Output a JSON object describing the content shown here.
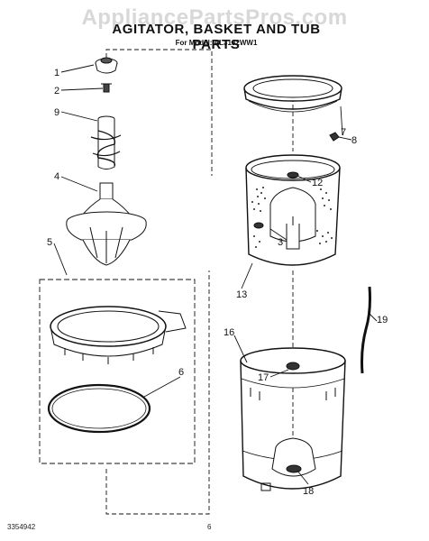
{
  "watermark": "AppliancePartsPros.com",
  "header": {
    "title": "AGITATOR, BASKET AND TUB PARTS",
    "subtitle": "For Model: AL3132WW1"
  },
  "footer": {
    "doc_number": "3354942",
    "page_number": "6"
  },
  "callouts": [
    {
      "id": "1",
      "label": "1"
    },
    {
      "id": "2",
      "label": "2"
    },
    {
      "id": "9",
      "label": "9"
    },
    {
      "id": "4",
      "label": "4"
    },
    {
      "id": "5",
      "label": "5"
    },
    {
      "id": "6",
      "label": "6"
    },
    {
      "id": "7",
      "label": "7"
    },
    {
      "id": "8",
      "label": "8"
    },
    {
      "id": "12",
      "label": "12"
    },
    {
      "id": "3",
      "label": "3"
    },
    {
      "id": "13",
      "label": "13"
    },
    {
      "id": "19",
      "label": "19"
    },
    {
      "id": "16",
      "label": "16"
    },
    {
      "id": "17",
      "label": "17"
    },
    {
      "id": "18",
      "label": "18"
    }
  ],
  "colors": {
    "ink": "#111111",
    "watermark": "#d8d8d8",
    "paper": "#ffffff"
  }
}
